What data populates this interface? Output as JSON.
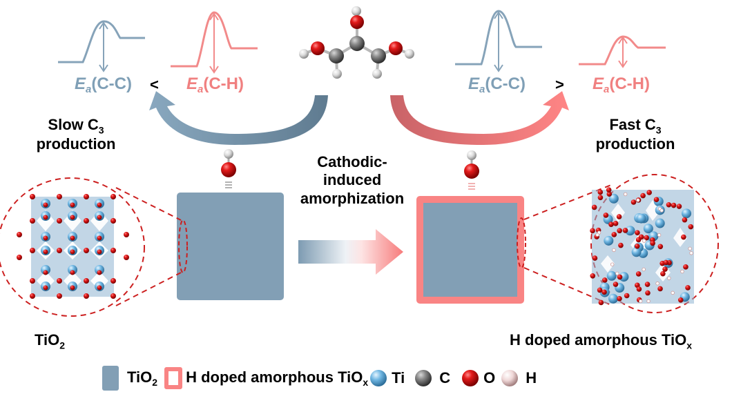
{
  "colors": {
    "tio2": "#829fb5",
    "doped_border": "#f98484",
    "dashed_zoom": "#cc1f1f",
    "text": "#000000",
    "ea_cc": "#7f9fb6",
    "ea_ch": "#f08080"
  },
  "left_panel": {
    "profile_cc_label": {
      "e": "E",
      "sub": "a",
      "rest": "(C-C)"
    },
    "comparator": "<",
    "profile_ch_label": {
      "e": "E",
      "sub": "a",
      "rest": "(C-H)"
    },
    "result_line1": "Slow C",
    "result_sub": "3",
    "result_line2": "production",
    "material_label": "TiO",
    "material_sub": "2"
  },
  "right_panel": {
    "profile_cc_label": {
      "e": "E",
      "sub": "a",
      "rest": "(C-C)"
    },
    "comparator": ">",
    "profile_ch_label": {
      "e": "E",
      "sub": "a",
      "rest": "(C-H)"
    },
    "result_line1": "Fast C",
    "result_sub": "3",
    "result_line2": "production",
    "material_label": "H doped amorphous TiO",
    "material_sub": "x"
  },
  "center": {
    "process_line1": "Cathodic-",
    "process_line2": "induced",
    "process_line3": "amorphization",
    "molecule": "glycerol"
  },
  "legend": [
    {
      "icon": "tio2-swatch",
      "label": "TiO",
      "sub": "2"
    },
    {
      "icon": "doped-swatch",
      "label": "H doped amorphous TiO",
      "sub": "x"
    },
    {
      "icon": "ti-atom",
      "label": "Ti",
      "sub": ""
    },
    {
      "icon": "c-atom",
      "label": "C",
      "sub": ""
    },
    {
      "icon": "o-atom",
      "label": "O",
      "sub": ""
    },
    {
      "icon": "h-atom",
      "label": "H",
      "sub": ""
    }
  ]
}
